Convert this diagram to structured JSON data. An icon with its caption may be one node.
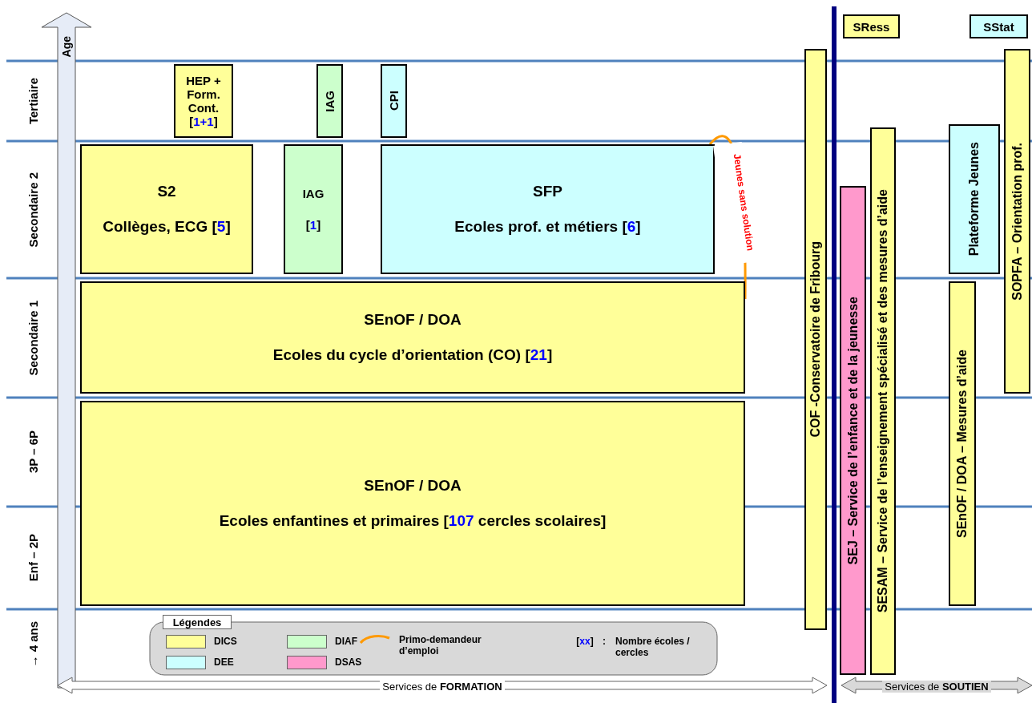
{
  "diagram": {
    "nodes": [
      {
        "text": [
          "HEP + Form. Cont. [1+1]"
        ]
      },
      {
        "text": [
          "IAG"
        ]
      },
      {
        "text": [
          "CPI"
        ]
      },
      {
        "text": [
          "S2",
          "Collèges, ECG [5]"
        ]
      },
      {
        "text": [
          "IAG",
          "[1]"
        ]
      },
      {
        "text": [
          "SFP",
          "Ecoles prof. et métiers [6]"
        ]
      },
      {
        "text": [
          "SEnOF / DOA",
          "Ecoles du cycle d’orientation (CO) [21]"
        ]
      },
      {
        "text": [
          "SEnOF / DOA",
          "Ecoles enfantines et primaires [107 cercles scolaires]"
        ]
      },
      {
        "text": [
          "COF -Conservatoire de Fribourg"
        ]
      },
      {
        "text": [
          "SRess"
        ]
      },
      {
        "text": [
          "SStat"
        ]
      },
      {
        "text": [
          "SEJ – Service de l’enfance et de la jeunesse"
        ]
      },
      {
        "text": [
          "SESAM – Service de l’enseignement spécialisé et des mesures d’aide"
        ]
      },
      {
        "text": [
          "Plateforme Jeunes"
        ]
      },
      {
        "text": [
          "SEnOF / DOA – Mesures d’aide"
        ]
      },
      {
        "text": [
          "SOPFA – Orientation prof."
        ]
      }
    ],
    "edges": [
      {
        "from": 5,
        "to": 6,
        "arrow": "none",
        "label": "Jeunes sans solution",
        "color": "#ff9900"
      }
    ],
    "labels": [
      "Age",
      "Tertiaire",
      "Secondaire 2",
      "Secondaire 1",
      "3P – 6P",
      "Enf – 2P",
      "→ 4 ans",
      "Légendes",
      "[xx]",
      ":",
      "Services de **FORMATION**",
      "Services de **SOUTIEN**"
    ],
    "legend": [
      {
        "text": "DICS",
        "color": "#ffff99"
      },
      {
        "text": "DIAF",
        "color": "#ccffcc"
      },
      {
        "text": "Primo-demandeur d’emploi"
      },
      {
        "text": "Nombre écoles / cercles"
      },
      {
        "text": "DEE",
        "color": "#ccffff"
      },
      {
        "text": "DSAS",
        "color": "#ff99cc"
      }
    ]
  }
}
